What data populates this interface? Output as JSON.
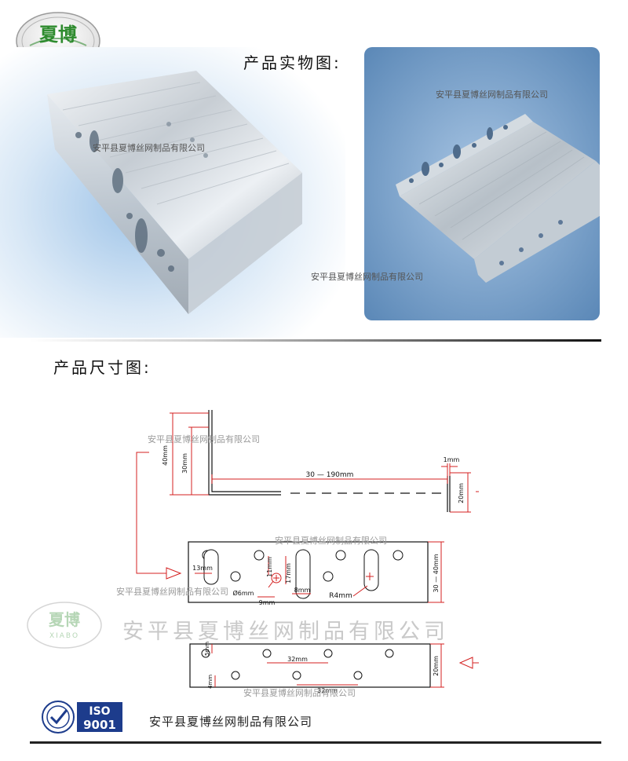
{
  "logo": {
    "name_cn": "夏博",
    "name_en": "XIABO"
  },
  "photo_section": {
    "title": "产品实物图:"
  },
  "dimension_section": {
    "title": "产品尺寸图:"
  },
  "watermark": "安平县夏博丝网制品有限公司",
  "drawing": {
    "dim_40": "40mm",
    "dim_30": "30mm",
    "dim_range_top": "30 — 190mm",
    "dim_1": "1mm",
    "dim_20_side": "20mm",
    "dim_13": "13mm",
    "dim_11": "11mm",
    "dim_17": "17mm",
    "dim_6": "Ø6mm",
    "dim_9": "9mm",
    "dim_8": "8mm",
    "dim_r4": "R4mm",
    "dim_30_40": "30 — 40mm",
    "dim_5": "5mm",
    "dim_32a": "32mm",
    "dim_4": "4mm",
    "dim_32b": "32mm",
    "dim_20_bottom": "20mm"
  },
  "footer": {
    "badge_top": "ISO",
    "badge_bottom": "9001",
    "company": "安平县夏博丝网制品有限公司"
  },
  "colors": {
    "brand_green": "#2e8b2e",
    "dimension_red": "#d42020",
    "iso_blue": "#1d3c8c"
  }
}
